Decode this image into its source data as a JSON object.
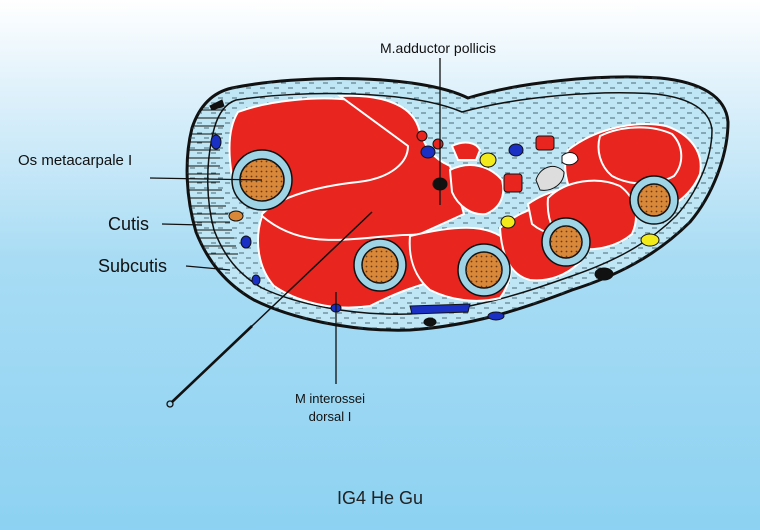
{
  "labels": {
    "adductor": "M.adductor pollicis",
    "os_metacarpale": "Os metacarpale I",
    "cutis": "Cutis",
    "subcutis": "Subcutis",
    "interossei_line1": "M interossei",
    "interossei_line2": "dorsal I"
  },
  "footer": "IG4 He Gu",
  "colors": {
    "muscle": "#e8251f",
    "bone": "#d9883a",
    "bone_ring": "#9fd3e6",
    "tissue": "#bfe6f4",
    "vein": "#1a2fc4",
    "nerve": "#f2ea1a",
    "outline": "#111111"
  }
}
